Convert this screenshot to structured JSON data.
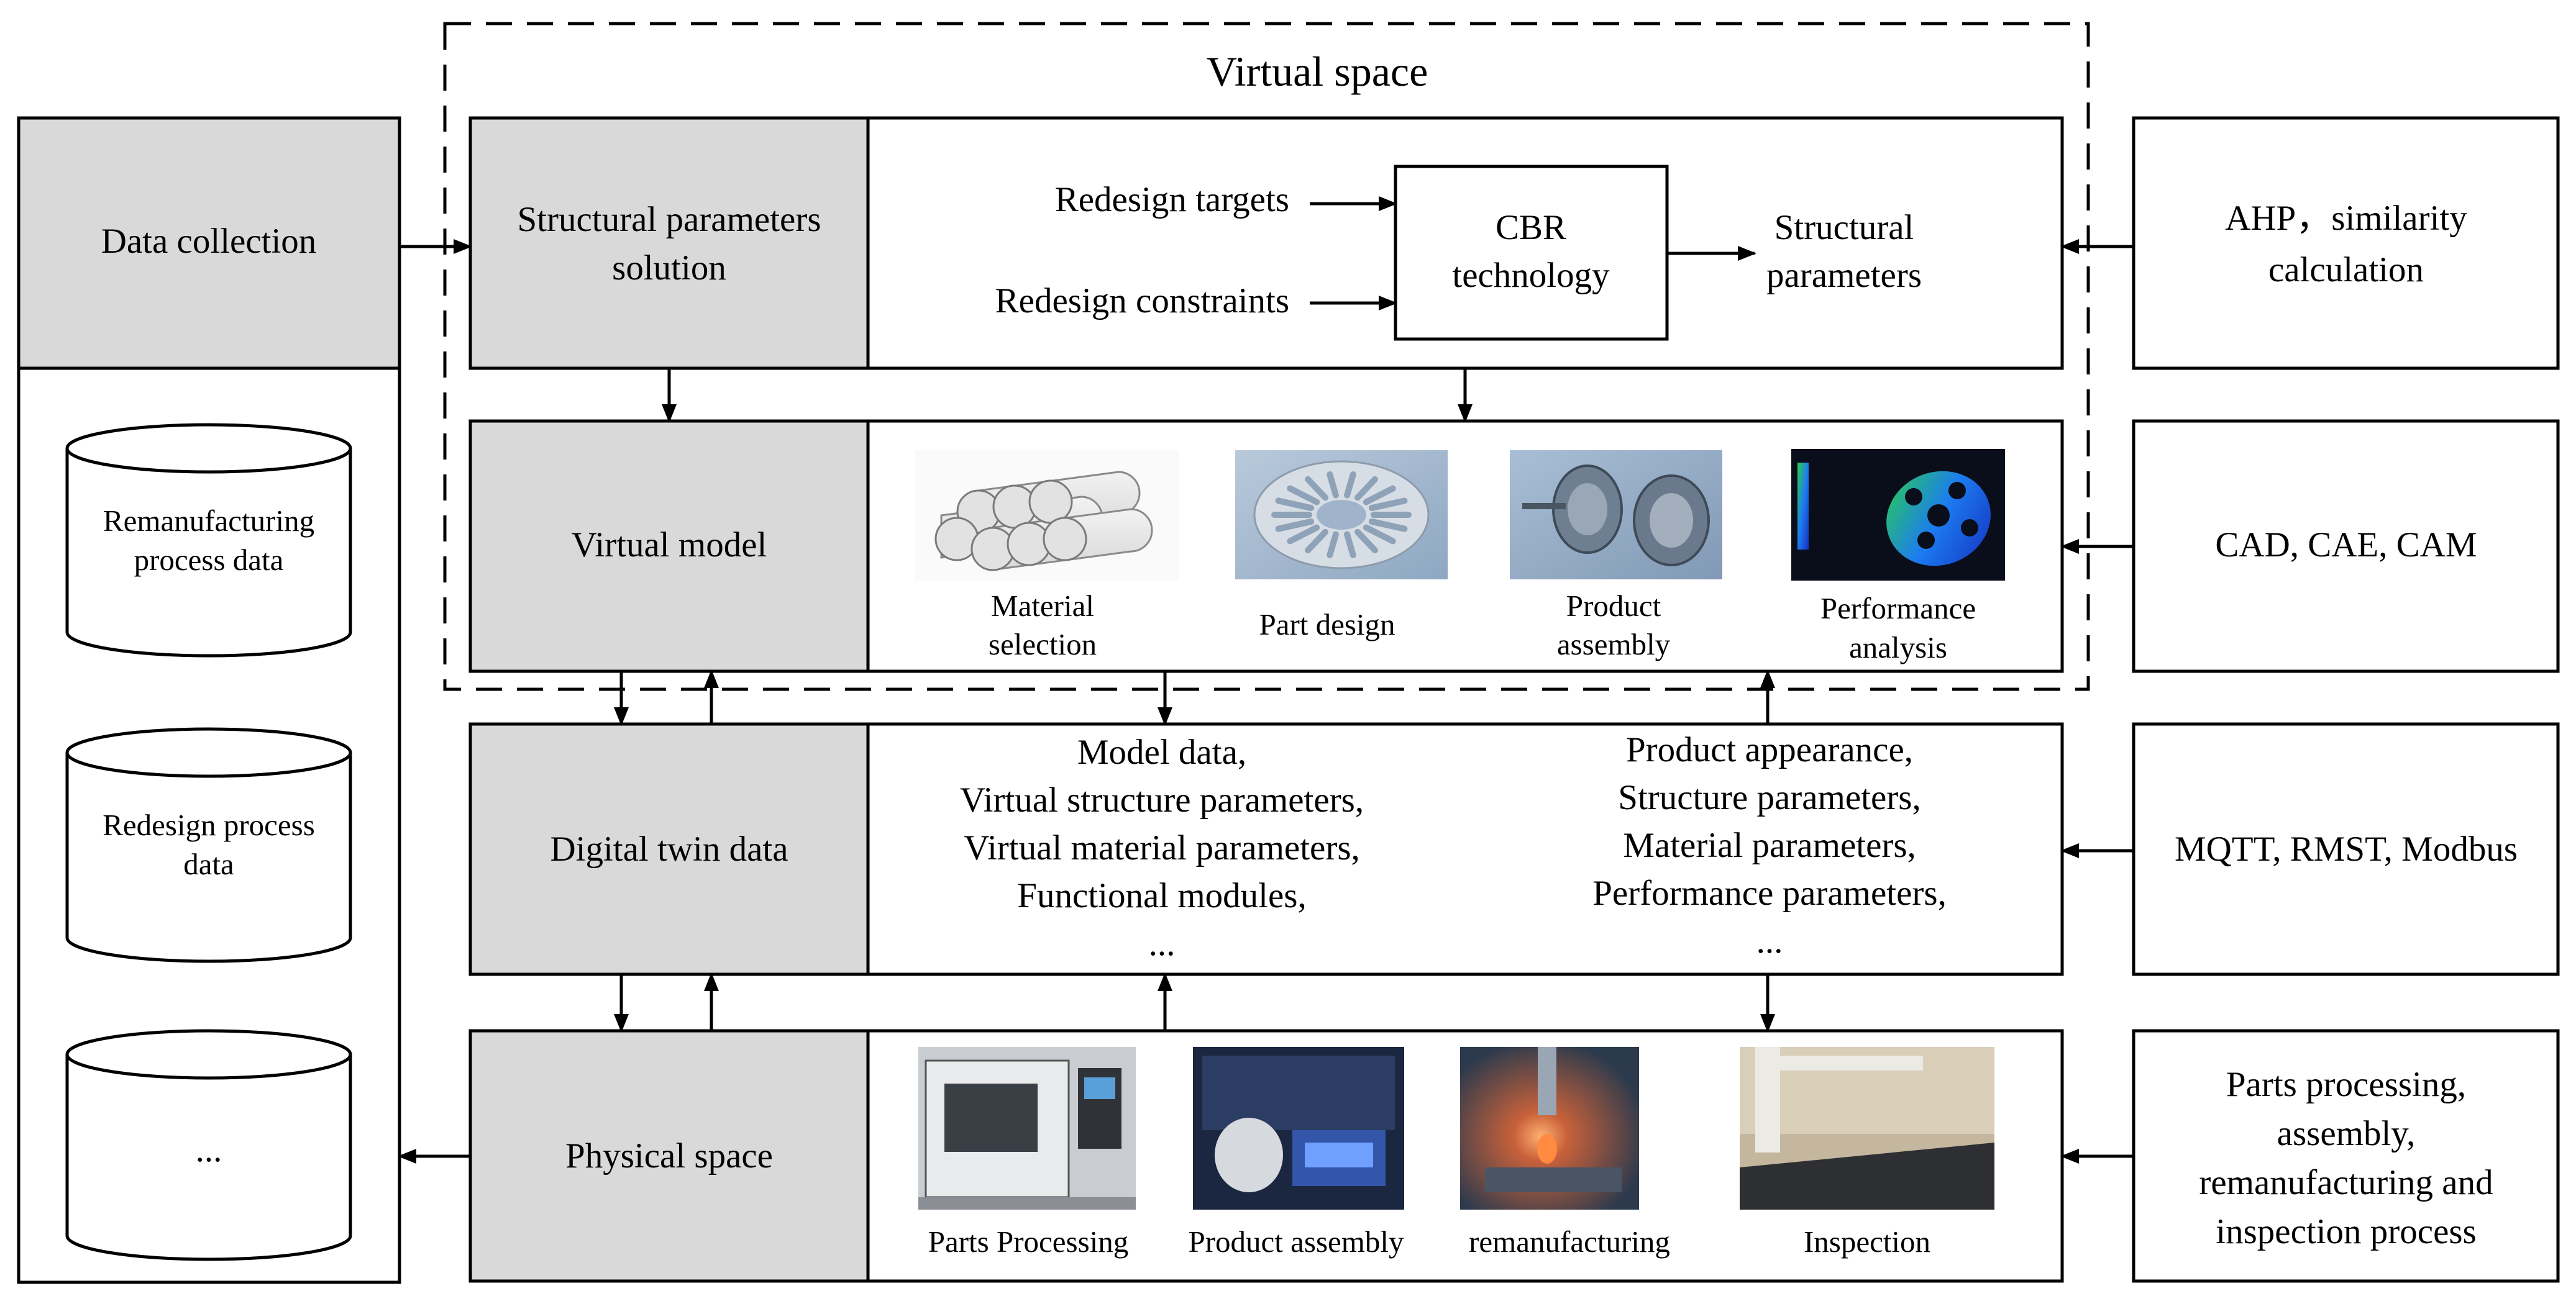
{
  "virtual_space": {
    "title": "Virtual space"
  },
  "left_column": {
    "data_collection": "Data collection",
    "databases": [
      [
        "Remanufacturing",
        "process data"
      ],
      [
        "Redesign process",
        "data"
      ],
      [
        "..."
      ]
    ]
  },
  "rows": {
    "structural": {
      "label": [
        "Structural parameters",
        "solution"
      ],
      "inputs": [
        "Redesign targets",
        "Redesign constraints"
      ],
      "cbr": [
        "CBR",
        "technology"
      ],
      "output": [
        "Structural",
        "parameters"
      ],
      "tool": [
        "AHP，similarity",
        "calculation"
      ]
    },
    "virtual_model": {
      "label": "Virtual model",
      "items": [
        {
          "caption": [
            "Material",
            "selection"
          ],
          "icon": "rod-bundle-image"
        },
        {
          "caption": [
            "Part design"
          ],
          "icon": "spring-disc-image"
        },
        {
          "caption": [
            "Product",
            "assembly"
          ],
          "icon": "assembly-image"
        },
        {
          "caption": [
            "Performance",
            "analysis"
          ],
          "icon": "fea-analysis-image"
        }
      ],
      "tool": "CAD, CAE, CAM"
    },
    "digital_twin": {
      "label": "Digital twin data",
      "virtual_list": [
        "Model data,",
        "Virtual structure parameters,",
        "Virtual material parameters,",
        "Functional modules,",
        "..."
      ],
      "physical_list": [
        "Product appearance,",
        "Structure parameters,",
        "Material parameters,",
        "Performance parameters,",
        "..."
      ],
      "tool": "MQTT, RMST, Modbus"
    },
    "physical_space": {
      "label": "Physical space",
      "items": [
        {
          "caption": "Parts Processing",
          "icon": "machine-tool-photo"
        },
        {
          "caption": "Product assembly",
          "icon": "robot-assembly-photo"
        },
        {
          "caption": "remanufacturing",
          "icon": "laser-cladding-photo"
        },
        {
          "caption": "Inspection",
          "icon": "cmm-inspection-photo"
        }
      ],
      "tool": [
        "Parts processing,",
        "assembly,",
        "remanufacturing and",
        "inspection process"
      ]
    }
  },
  "colors": {
    "label_fill": "#d9d9d9",
    "stroke": "#000000"
  }
}
